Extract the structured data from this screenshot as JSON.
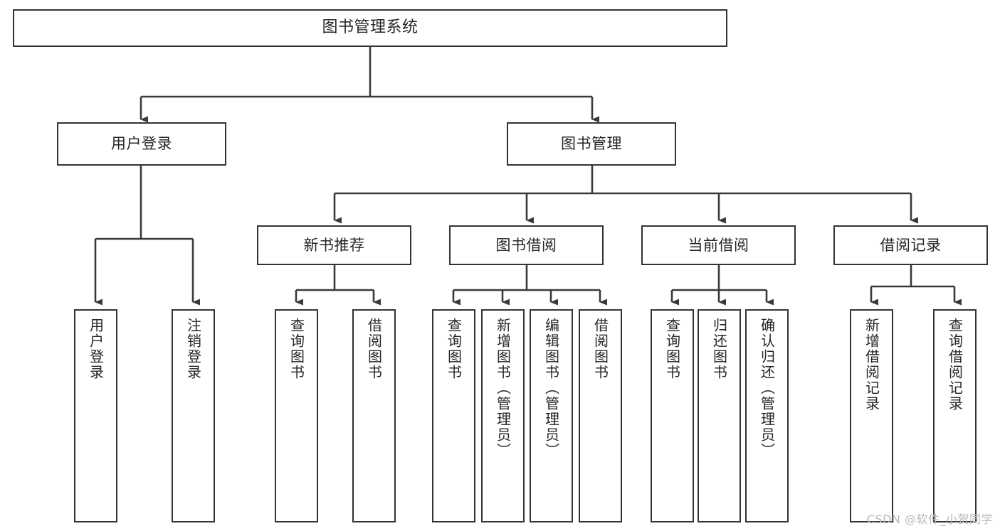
{
  "diagram": {
    "title": "图书管理系统",
    "type": "tree-hierarchy",
    "watermark": "CSDN @软件_小贺同学",
    "colors": {
      "background": "#ffffff",
      "box_border": "#333333",
      "box_fill": "#ffffff",
      "connector": "#3a3a3a",
      "text": "#262626",
      "watermark": "#b9b9b9"
    },
    "root": {
      "label": "图书管理系统"
    },
    "level1": [
      {
        "label": "用户登录"
      },
      {
        "label": "图书管理"
      }
    ],
    "level2": [
      {
        "label": "新书推荐"
      },
      {
        "label": "图书借阅"
      },
      {
        "label": "当前借阅"
      },
      {
        "label": "借阅记录"
      }
    ],
    "leaves": {
      "user_login": [
        {
          "label": "用户登录"
        },
        {
          "label": "注销登录"
        }
      ],
      "new_book_recommend": [
        {
          "label": "查询图书"
        },
        {
          "label": "借阅图书"
        }
      ],
      "book_borrow": [
        {
          "label": "查询图书"
        },
        {
          "label": "新增图书（管理员）"
        },
        {
          "label": "编辑图书（管理员）"
        },
        {
          "label": "借阅图书"
        }
      ],
      "current_borrow": [
        {
          "label": "查询图书"
        },
        {
          "label": "归还图书"
        },
        {
          "label": "确认归还（管理员）"
        }
      ],
      "borrow_record": [
        {
          "label": "新增借阅记录"
        },
        {
          "label": "查询借阅记录"
        }
      ]
    }
  }
}
